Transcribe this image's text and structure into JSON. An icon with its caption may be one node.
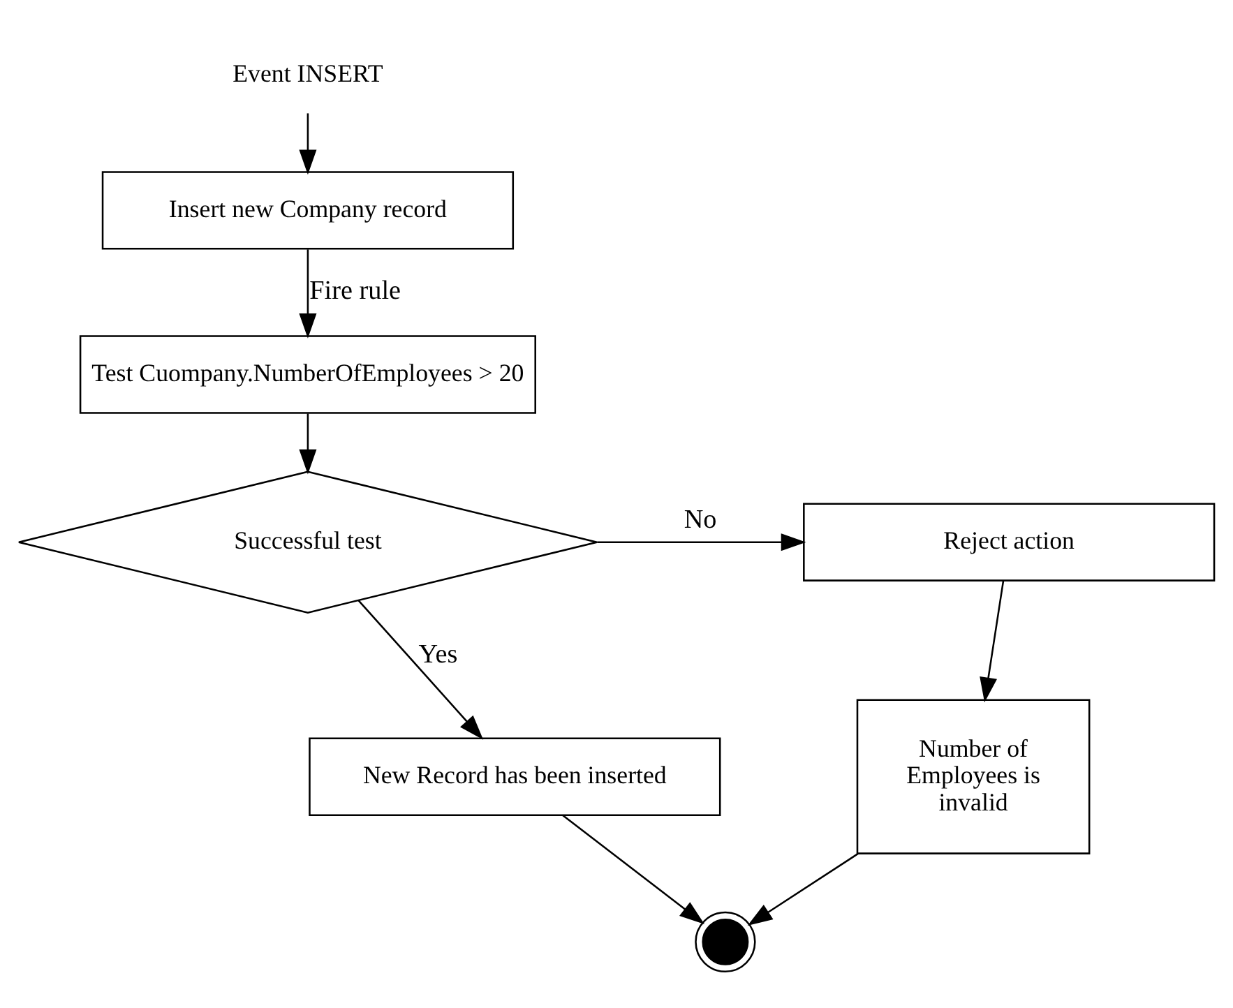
{
  "diagram": {
    "nodes": [
      {
        "text": [
          "Event INSERT"
        ]
      },
      {
        "text": [
          "Insert new Company record"
        ]
      },
      {
        "text": [
          "Test Cuompany.NumberOfEmployees > 20"
        ]
      },
      {
        "text": [
          "Successful test"
        ]
      },
      {
        "text": [
          "Reject action"
        ]
      },
      {
        "text": [
          "New Record has been inserted"
        ]
      },
      {
        "text": [
          "Number of Employees is invalid"
        ]
      },
      {
        "text": [],
        "shape": "circle"
      }
    ],
    "edges": [
      {
        "from": 0,
        "to": 1,
        "arrow": "to"
      },
      {
        "from": 1,
        "to": 2,
        "arrow": "to",
        "label": "Fire rule"
      },
      {
        "from": 2,
        "to": 3,
        "arrow": "to"
      },
      {
        "from": 3,
        "to": 4,
        "arrow": "to",
        "label": "No"
      },
      {
        "from": 3,
        "to": 5,
        "arrow": "to",
        "label": "Yes"
      },
      {
        "from": 4,
        "to": 6,
        "arrow": "to"
      },
      {
        "from": 5,
        "to": 7,
        "arrow": "to"
      },
      {
        "from": 6,
        "to": 7,
        "arrow": "to"
      }
    ]
  }
}
